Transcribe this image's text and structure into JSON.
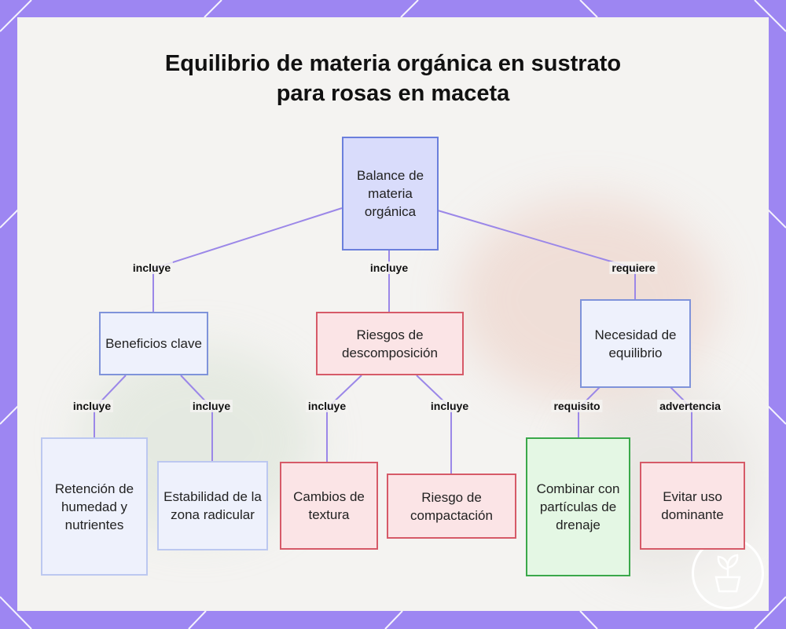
{
  "title": "Equilibrio de materia orgánica en sustrato para rosas en maceta",
  "nodes": {
    "root": "Balance de materia orgánica",
    "beneficios": "Beneficios clave",
    "riesgos": "Riesgos de descomposición",
    "necesidad": "Necesidad de equilibrio",
    "retencion": "Retención de humedad y nutrientes",
    "estabilidad": "Estabilidad de la zona radicular",
    "cambios": "Cambios de textura",
    "compactacion": "Riesgo de compactación",
    "combinar": "Combinar con partículas de drenaje",
    "evitar": "Evitar uso dominante"
  },
  "edges": {
    "root_beneficios": "incluye",
    "root_riesgos": "incluye",
    "root_necesidad": "requiere",
    "beneficios_retencion": "incluye",
    "beneficios_estabilidad": "incluye",
    "riesgos_cambios": "incluye",
    "riesgos_compactacion": "incluye",
    "necesidad_combinar": "requisito",
    "necesidad_evitar": "advertencia"
  },
  "colors": {
    "frame": "#9d86f2",
    "edge": "#9b87e8",
    "root_fill": "#d9dcfb",
    "risk_border": "#d65a68",
    "good_border": "#3aa84a"
  },
  "icons": [
    "plant-logo-icon"
  ]
}
